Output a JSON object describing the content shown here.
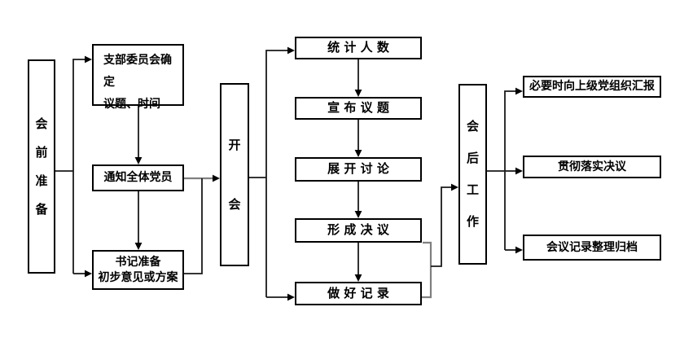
{
  "diagram": {
    "stages": {
      "pre": {
        "label": "会\n前\n准\n备"
      },
      "meeting": {
        "label": "开\n会"
      },
      "post": {
        "label": "会\n后\n工\n作"
      }
    },
    "pre_steps": [
      {
        "label": "支部委员会确定\n议题、时间"
      },
      {
        "label": "通知全体党员"
      },
      {
        "label": "书记准备\n初步意见或方案"
      }
    ],
    "meeting_steps": [
      {
        "label": "统 计 人 数"
      },
      {
        "label": "宣 布 议 题"
      },
      {
        "label": "展 开 讨 论"
      },
      {
        "label": "形 成 决 议"
      },
      {
        "label": "做 好 记 录"
      }
    ],
    "post_steps": [
      {
        "label": "必要时向上级党组织汇报"
      },
      {
        "label": "贯彻落实决议"
      },
      {
        "label": "会议记录整理归档"
      }
    ],
    "colors": {
      "background": "#ffffff",
      "box_border": "#000000",
      "text": "#000000",
      "line": "#1a1a1a",
      "line_gray": "#808080"
    }
  }
}
